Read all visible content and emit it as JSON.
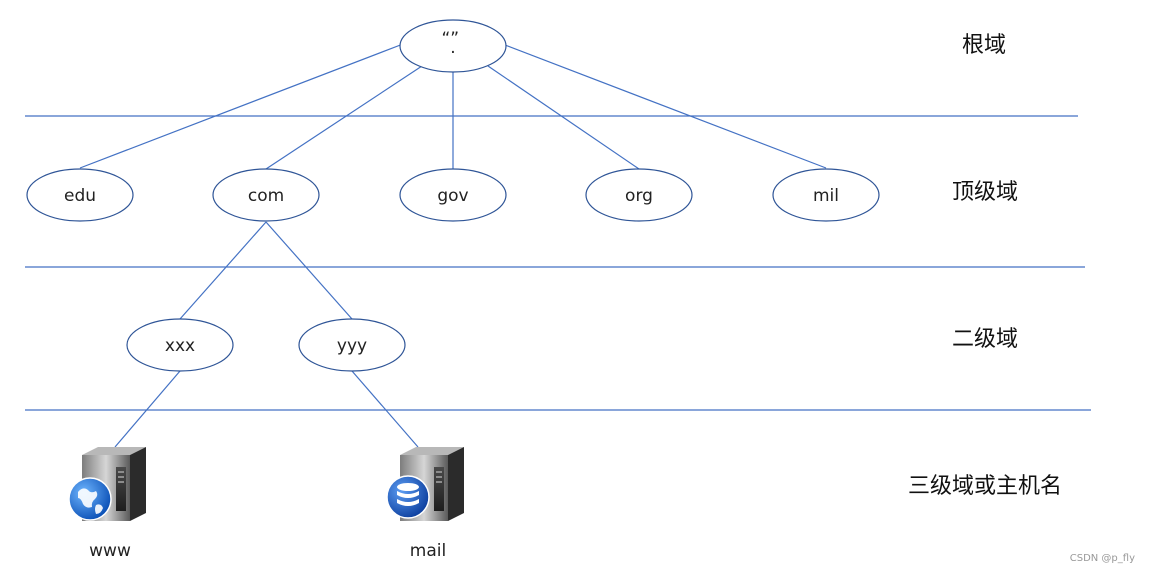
{
  "colors": {
    "line": "#4472c4",
    "node_stroke": "#2f5597",
    "node_fill": "#ffffff",
    "text": "#222222",
    "server_dark": "#3a3a3a",
    "globe_blue": "#1f6fd8",
    "db_blue": "#1e5cc8"
  },
  "levels": {
    "root": "根域",
    "top": "顶级域",
    "second": "二级域",
    "third": "三级域或主机名"
  },
  "nodes": {
    "root": "“”\n.",
    "edu": "edu",
    "com": "com",
    "gov": "gov",
    "org": "org",
    "mil": "mil",
    "xxx": "xxx",
    "yyy": "yyy"
  },
  "hosts": {
    "www": {
      "label": "www",
      "icon": "web-server-icon"
    },
    "mail": {
      "label": "mail",
      "icon": "database-server-icon"
    }
  },
  "watermark": "CSDN @p_fly"
}
